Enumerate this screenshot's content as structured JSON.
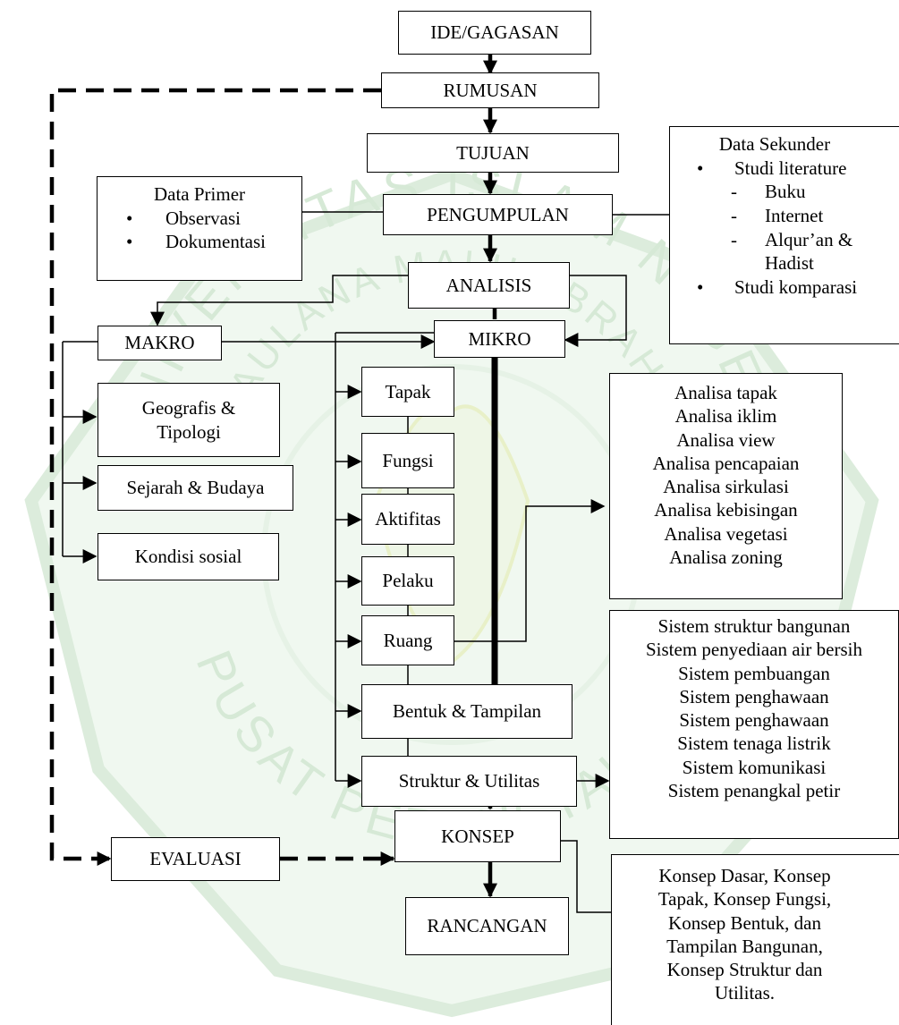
{
  "watermark": {
    "arc_top": "UNIVERSITAS ISLAM NEGERI",
    "arc_inner": "MAULANA MALIK IBRAHIM",
    "arc_bottom": "PUSAT PERPUSTAKAAN",
    "color": "#d9ecd9"
  },
  "flow": {
    "ide": "IDE/GAGASAN",
    "rumusan": "RUMUSAN",
    "tujuan": "TUJUAN",
    "pengumpulan": "PENGUMPULAN",
    "analisis": "ANALISIS",
    "makro": "MAKRO",
    "mikro": "MIKRO",
    "evaluasi": "EVALUASI",
    "konsep": "KONSEP",
    "rancangan": "RANCANGAN"
  },
  "data_primer": {
    "title": "Data Primer",
    "items": [
      "Observasi",
      "Dokumentasi"
    ]
  },
  "data_sekunder": {
    "title": "Data Sekunder",
    "studi_literature": "Studi literature",
    "sub": [
      "Buku",
      "Internet",
      "Alqur’an &",
      "Hadist"
    ],
    "studi_komparasi": "Studi komparasi"
  },
  "makro_items": [
    "Geografis & Tipologi",
    "Sejarah & Budaya",
    "Kondisi sosial"
  ],
  "mikro_items": [
    "Tapak",
    "Fungsi",
    "Aktifitas",
    "Pelaku",
    "Ruang",
    "Bentuk & Tampilan",
    "Struktur & Utilitas"
  ],
  "analisa_list": [
    "Analisa tapak",
    "Analisa iklim",
    "Analisa view",
    "Analisa pencapaian",
    "Analisa sirkulasi",
    "Analisa kebisingan",
    "Analisa vegetasi",
    "Analisa zoning"
  ],
  "sistem_list": [
    "Sistem struktur bangunan",
    "Sistem penyediaan air bersih",
    "Sistem pembuangan",
    "Sistem penghawaan",
    "Sistem penghawaan",
    "Sistem tenaga listrik",
    "Sistem komunikasi",
    "Sistem penangkal petir"
  ],
  "konsep_list": [
    "Konsep Dasar, Konsep",
    "Tapak, Konsep Fungsi,",
    "Konsep Bentuk, dan",
    "Tampilan Bangunan,",
    "Konsep Struktur dan",
    "Utilitas."
  ]
}
